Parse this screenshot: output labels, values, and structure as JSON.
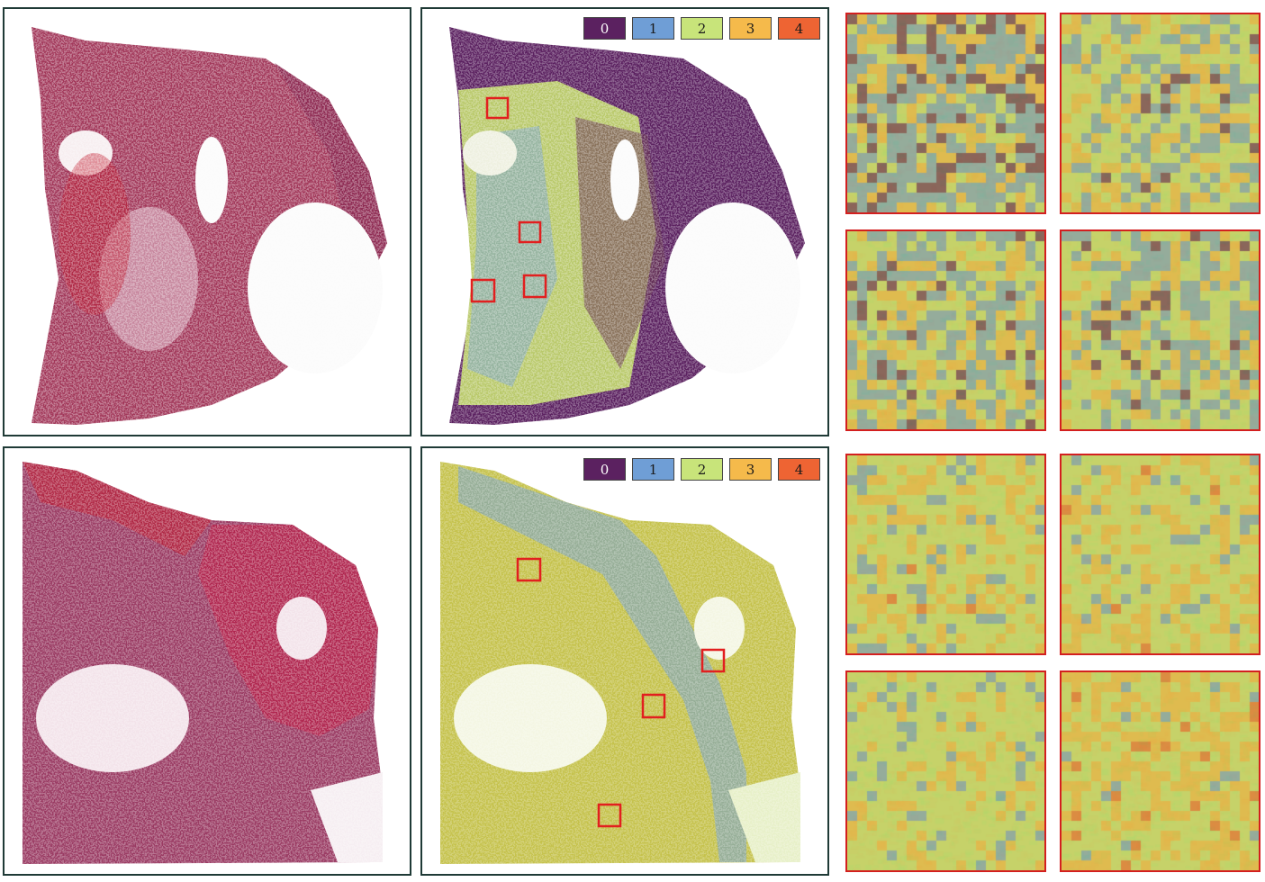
{
  "legend": {
    "items": [
      {
        "label": "0",
        "color": "#5b2160"
      },
      {
        "label": "1",
        "color": "#6f9ed6"
      },
      {
        "label": "2",
        "color": "#c8e47a"
      },
      {
        "label": "3",
        "color": "#f5ba4b"
      },
      {
        "label": "4",
        "color": "#ee6433"
      }
    ]
  },
  "colors": {
    "panel_border": "#1f3a36",
    "roi_box": "#e21f1f",
    "stain_tissue": "#a2385a",
    "stain_dark": "#8e2a52",
    "stain_red": "#c21a2e"
  },
  "patches": [
    {
      "dominant_class": 1,
      "mix": [
        0.18,
        0.42,
        0.15,
        0.25,
        0.0
      ]
    },
    {
      "dominant_class": 2,
      "mix": [
        0.03,
        0.3,
        0.45,
        0.22,
        0.0
      ]
    },
    {
      "dominant_class": 1,
      "mix": [
        0.08,
        0.38,
        0.26,
        0.28,
        0.0
      ]
    },
    {
      "dominant_class": 2,
      "mix": [
        0.05,
        0.32,
        0.4,
        0.23,
        0.0
      ]
    },
    {
      "dominant_class": 2,
      "mix": [
        0.0,
        0.1,
        0.62,
        0.27,
        0.01
      ]
    },
    {
      "dominant_class": 2,
      "mix": [
        0.0,
        0.07,
        0.6,
        0.31,
        0.02
      ]
    },
    {
      "dominant_class": 2,
      "mix": [
        0.0,
        0.1,
        0.7,
        0.2,
        0.0
      ]
    },
    {
      "dominant_class": 2,
      "mix": [
        0.0,
        0.04,
        0.5,
        0.41,
        0.05
      ]
    }
  ]
}
